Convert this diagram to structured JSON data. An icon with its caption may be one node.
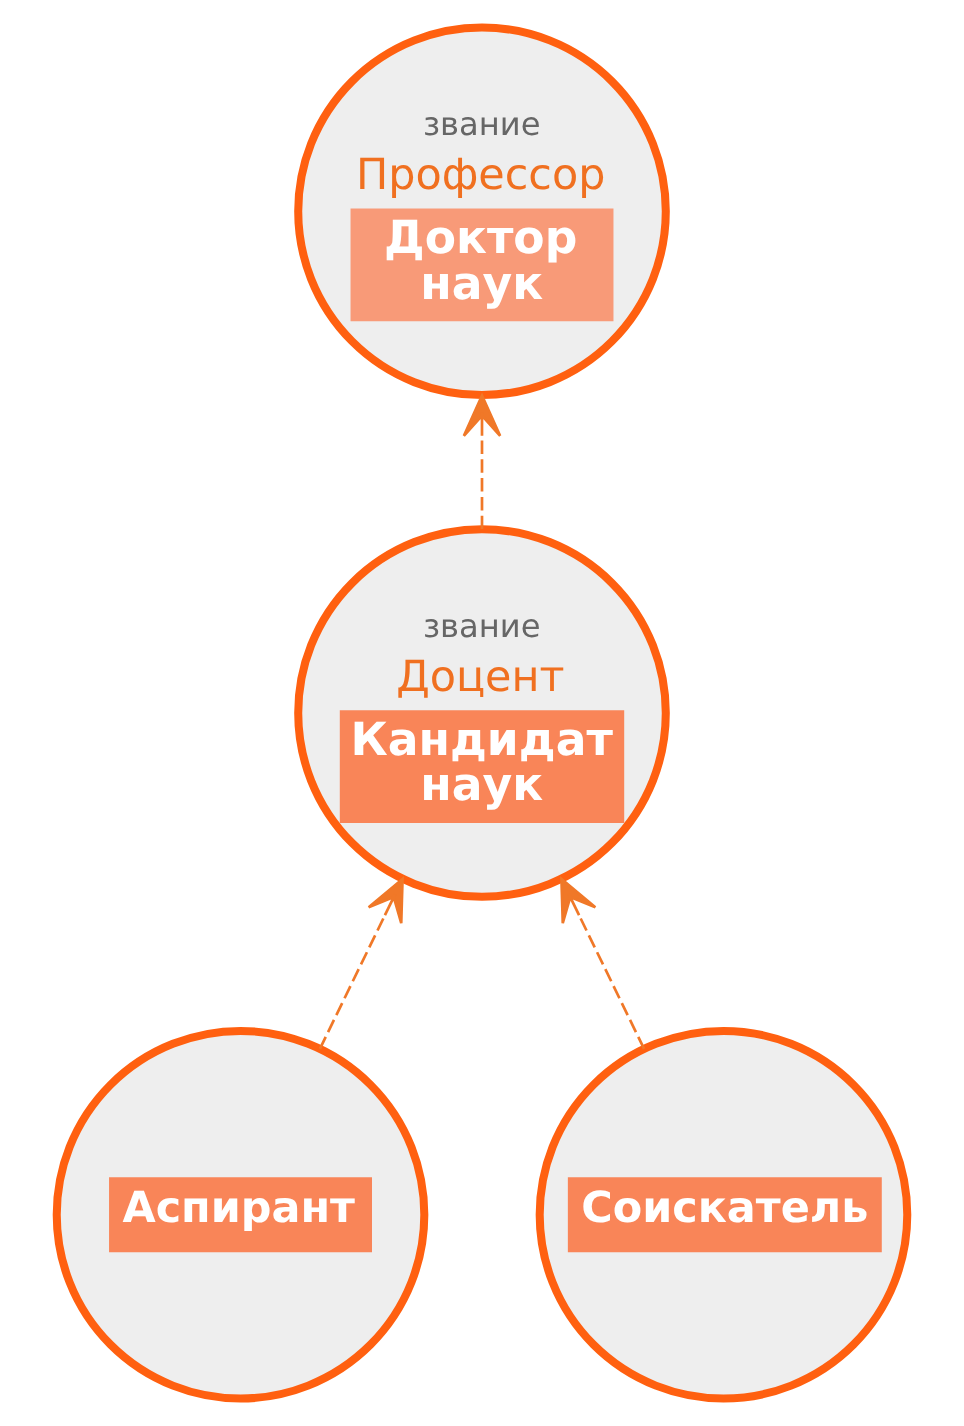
{
  "diagram": {
    "nodes": [
      {
        "text": [
          "звание",
          "Профессор",
          "Доктор наук"
        ]
      },
      {
        "text": [
          "звание",
          "Доцент",
          "Кандидат наук"
        ]
      },
      {
        "text": [
          "Аспирант"
        ]
      },
      {
        "text": [
          "Соискатель"
        ]
      }
    ],
    "edges": [
      {
        "from": 2,
        "to": 1,
        "arrow": "to",
        "style": "dashed"
      },
      {
        "from": 3,
        "to": 1,
        "arrow": "to",
        "style": "dashed"
      },
      {
        "from": 1,
        "to": 0,
        "arrow": "to",
        "style": "dashed"
      }
    ]
  }
}
